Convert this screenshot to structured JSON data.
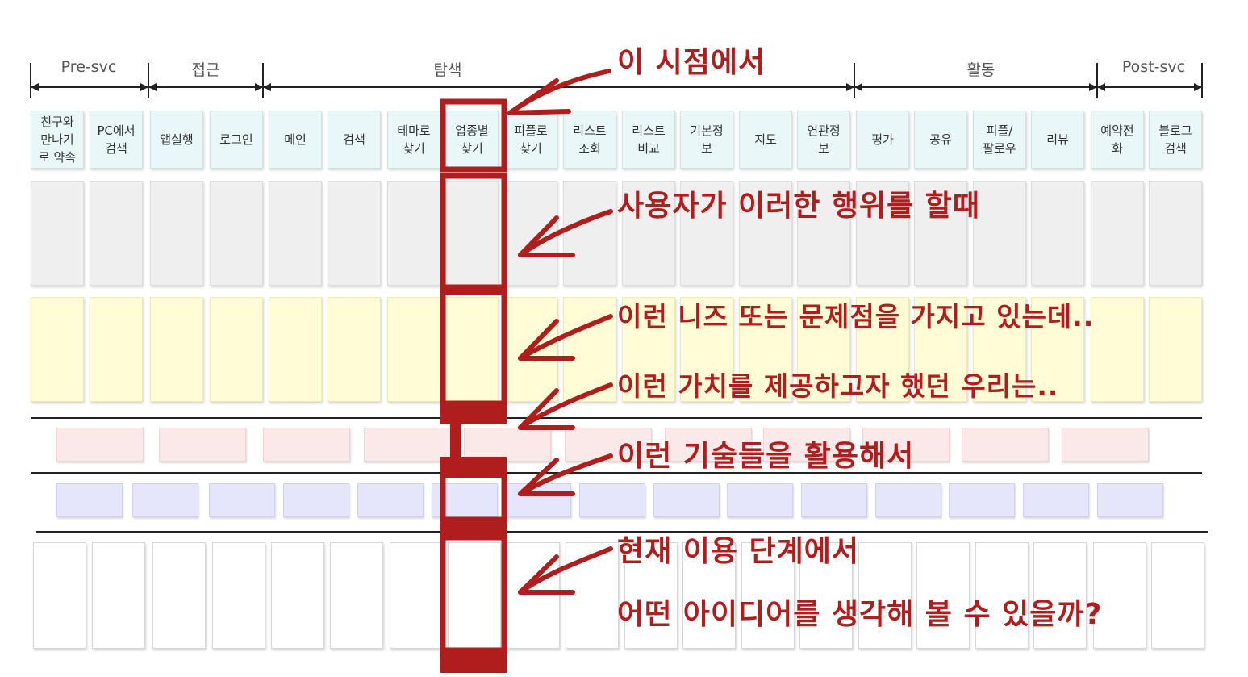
{
  "phases": [
    {
      "label": "Pre-svc"
    },
    {
      "label": "접근"
    },
    {
      "label": "탐색"
    },
    {
      "label": "활동"
    },
    {
      "label": "Post-svc"
    }
  ],
  "steps": [
    {
      "label": "친구와\n만나기\n로 약속"
    },
    {
      "label": "PC에서\n검색"
    },
    {
      "label": "앱실행"
    },
    {
      "label": "로그인"
    },
    {
      "label": "메인"
    },
    {
      "label": "검색"
    },
    {
      "label": "테마로\n찾기"
    },
    {
      "label": "업종별\n찾기"
    },
    {
      "label": "피플로\n찾기"
    },
    {
      "label": "리스트\n조회"
    },
    {
      "label": "리스트\n비교"
    },
    {
      "label": "기본정\n보"
    },
    {
      "label": "지도"
    },
    {
      "label": "연관정\n보"
    },
    {
      "label": "평가"
    },
    {
      "label": "공유"
    },
    {
      "label": "피플/\n팔로우"
    },
    {
      "label": "리뷰"
    },
    {
      "label": "예약전\n화"
    },
    {
      "label": "블로그\n검색"
    }
  ],
  "highlighted_step": "업종별\n찾기",
  "annotations": [
    {
      "text": "이 시점에서"
    },
    {
      "text": "사용자가 이러한 행위를 할때"
    },
    {
      "text": "이런 니즈 또는 문제점을 가지고 있는데.."
    },
    {
      "text": "이런 가치를 제공하고자 했던 우리는.."
    },
    {
      "text": "이런 기술들을 활용해서"
    },
    {
      "text": "현재 이용 단계에서"
    },
    {
      "text": "어떤 아이디어를 생각해 볼 수 있을까?"
    }
  ],
  "colors": {
    "highlight": "#b01d1d",
    "step_bg": "#e9f7f8",
    "gray_row": "#efefef",
    "yellow_row": "#fffcd6",
    "pink_row": "#fbe8e8",
    "blue_row": "#e5e5fb"
  }
}
